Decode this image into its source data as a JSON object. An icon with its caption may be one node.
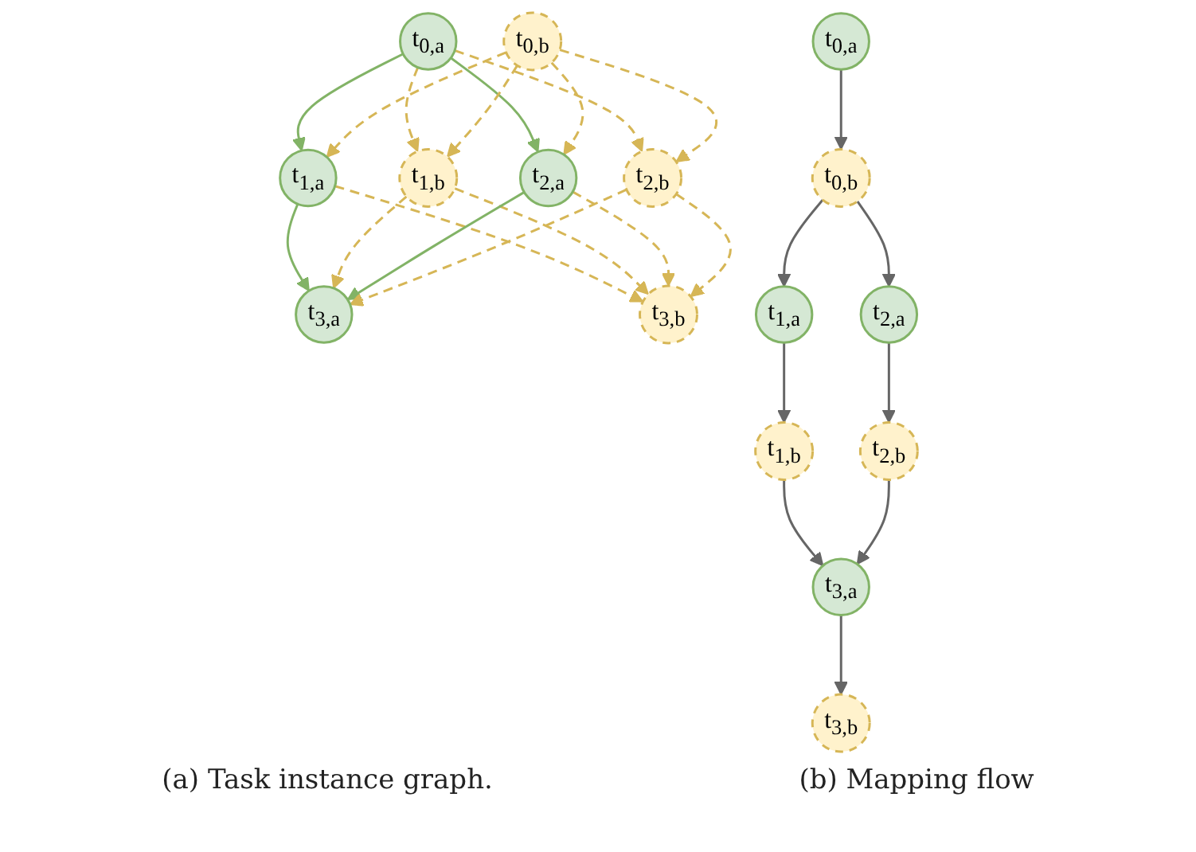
{
  "diagram": {
    "nodes": [
      {
        "text": [
          "t$_{0,a}$"
        ]
      },
      {
        "text": [
          "t$_{0,b}$"
        ]
      },
      {
        "text": [
          "t$_{1,a}$"
        ]
      },
      {
        "text": [
          "t$_{1,b}$"
        ]
      },
      {
        "text": [
          "t$_{2,a}$"
        ]
      },
      {
        "text": [
          "t$_{2,b}$"
        ]
      },
      {
        "text": [
          "t$_{3,a}$"
        ]
      },
      {
        "text": [
          "t$_{3,b}$"
        ]
      },
      {
        "text": [
          "t$_{0,a}$"
        ]
      },
      {
        "text": [
          "t$_{0,b}$"
        ]
      },
      {
        "text": [
          "t$_{1,a}$"
        ]
      },
      {
        "text": [
          "t$_{2,a}$"
        ]
      },
      {
        "text": [
          "t$_{1,b}$"
        ]
      },
      {
        "text": [
          "t$_{2,b}$"
        ]
      },
      {
        "text": [
          "t$_{3,a}$"
        ]
      },
      {
        "text": [
          "t$_{3,b}$"
        ]
      }
    ],
    "edges": [
      {
        "from": 0,
        "to": 2,
        "arrow": "to",
        "color": "#82b366"
      },
      {
        "from": 0,
        "to": 3,
        "arrow": "to",
        "style": "dashed",
        "color": "#d6b656"
      },
      {
        "from": 0,
        "to": 4,
        "arrow": "to",
        "color": "#82b366"
      },
      {
        "from": 0,
        "to": 5,
        "arrow": "to",
        "style": "dashed",
        "color": "#d6b656"
      },
      {
        "from": 1,
        "to": 2,
        "arrow": "to",
        "style": "dashed",
        "color": "#d6b656"
      },
      {
        "from": 1,
        "to": 3,
        "arrow": "to",
        "style": "dashed",
        "color": "#d6b656"
      },
      {
        "from": 1,
        "to": 4,
        "arrow": "to",
        "style": "dashed",
        "color": "#d6b656"
      },
      {
        "from": 1,
        "to": 5,
        "arrow": "to",
        "style": "dashed",
        "color": "#d6b656"
      },
      {
        "from": 2,
        "to": 6,
        "arrow": "to",
        "color": "#82b366"
      },
      {
        "from": 2,
        "to": 7,
        "arrow": "to",
        "style": "dashed",
        "color": "#d6b656"
      },
      {
        "from": 3,
        "to": 6,
        "arrow": "to",
        "style": "dashed",
        "color": "#d6b656"
      },
      {
        "from": 3,
        "to": 7,
        "arrow": "to",
        "style": "dashed",
        "color": "#d6b656"
      },
      {
        "from": 4,
        "to": 6,
        "arrow": "to",
        "color": "#82b366"
      },
      {
        "from": 4,
        "to": 7,
        "arrow": "to",
        "style": "dashed",
        "color": "#d6b656"
      },
      {
        "from": 5,
        "to": 6,
        "arrow": "to",
        "style": "dashed",
        "color": "#d6b656"
      },
      {
        "from": 5,
        "to": 7,
        "arrow": "to",
        "style": "dashed",
        "color": "#d6b656"
      },
      {
        "from": 8,
        "to": 9,
        "arrow": "to",
        "color": "#666666"
      },
      {
        "from": 9,
        "to": 10,
        "arrow": "to",
        "color": "#666666"
      },
      {
        "from": 9,
        "to": 11,
        "arrow": "to",
        "color": "#666666"
      },
      {
        "from": 10,
        "to": 12,
        "arrow": "to",
        "color": "#666666"
      },
      {
        "from": 11,
        "to": 13,
        "arrow": "to",
        "color": "#666666"
      },
      {
        "from": 12,
        "to": 14,
        "arrow": "to",
        "color": "#666666"
      },
      {
        "from": 13,
        "to": 14,
        "arrow": "to",
        "color": "#666666"
      },
      {
        "from": 14,
        "to": 15,
        "arrow": "to",
        "color": "#666666"
      }
    ],
    "labels": [
      "(a) Task instance graph.",
      "(b) Mapping flow"
    ]
  }
}
